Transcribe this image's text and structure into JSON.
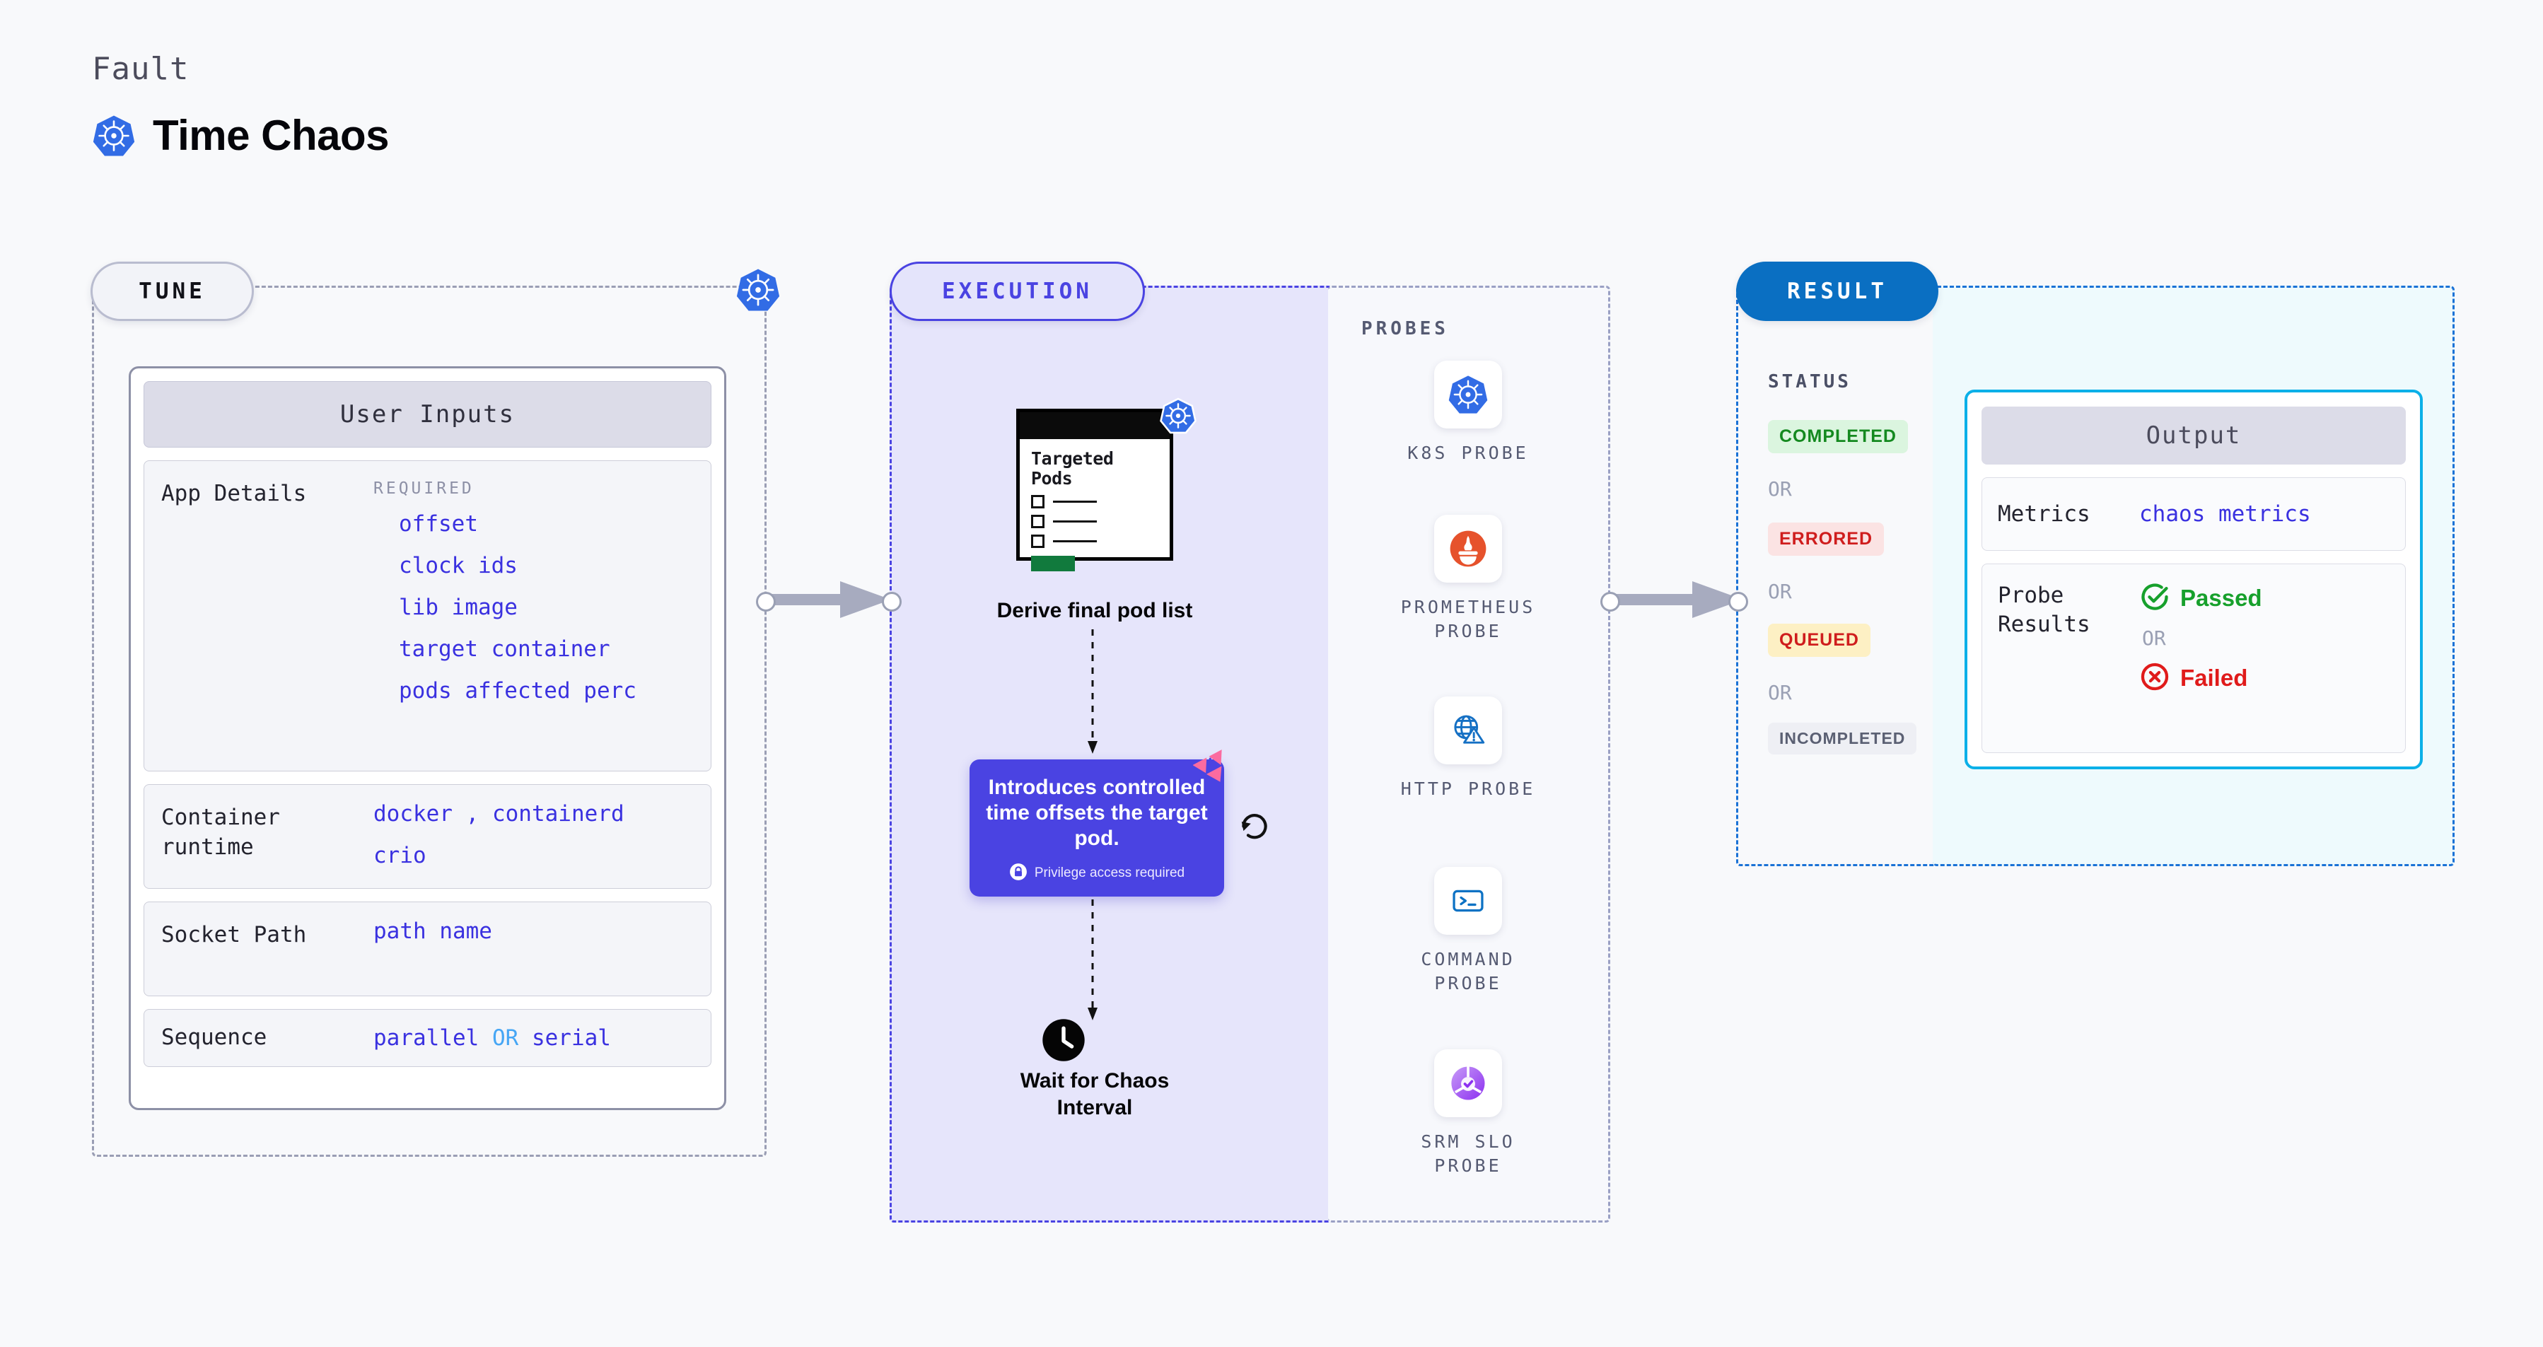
{
  "header": {
    "eyebrow": "Fault",
    "title": "Time Chaos",
    "logo_icon": "kubernetes-icon"
  },
  "colors": {
    "accent_purple": "#4a43e2",
    "accent_blue": "#0a6fc2",
    "accent_cyan": "#0bb0e8",
    "value_blue": "#3a31e0",
    "or_light_blue": "#46a6f5",
    "success_green": "#17a02c",
    "error_red": "#e01b1b",
    "page_bg": "#f8f9fb",
    "execution_bg": "#e6e5fb",
    "output_bg": "#eefafd"
  },
  "tune": {
    "chip_label": "TUNE",
    "badge_icon": "kubernetes-icon",
    "card_title": "User Inputs",
    "rows": [
      {
        "label": "App Details",
        "tag": "REQUIRED",
        "values": [
          "offset",
          "clock ids",
          "lib image",
          "target container",
          "pods affected perc"
        ]
      },
      {
        "label": "Container runtime",
        "values": [
          "docker , containerd",
          "crio"
        ]
      },
      {
        "label": "Socket Path",
        "values": [
          "path name"
        ]
      },
      {
        "label": "Sequence",
        "values": [
          "parallel OR serial"
        ],
        "value_parts": {
          "first": "parallel",
          "or": "OR",
          "second": "serial"
        }
      }
    ]
  },
  "execution": {
    "chip_label": "EXECUTION",
    "pods_card": {
      "title": "Targeted Pods",
      "badge_icon": "kubernetes-icon",
      "checkbox_count": 3
    },
    "derive_label": "Derive final pod list",
    "callout": {
      "text": "Introduces controlled time offsets the target pod.",
      "privilege_icon": "lock-icon",
      "privilege_text": "Privilege access required",
      "ribbon_icon": "harness-chaos-ribbon-icon",
      "loop_icon": "refresh-loop-icon"
    },
    "wait_node": {
      "icon": "clock-icon",
      "label": "Wait for Chaos Interval"
    }
  },
  "probes": {
    "title": "PROBES",
    "items": [
      {
        "name": "K8S PROBE",
        "icon": "kubernetes-icon"
      },
      {
        "name": "PROMETHEUS PROBE",
        "icon": "prometheus-icon"
      },
      {
        "name": "HTTP PROBE",
        "icon": "http-globe-warning-icon"
      },
      {
        "name": "COMMAND PROBE",
        "icon": "terminal-icon"
      },
      {
        "name": "SRM SLO PROBE",
        "icon": "srm-slo-check-icon"
      }
    ]
  },
  "result": {
    "chip_label": "RESULT",
    "status_title": "STATUS",
    "or_label": "OR",
    "statuses": [
      {
        "label": "COMPLETED",
        "bg": "#dbf5df",
        "color": "#14891f"
      },
      {
        "label": "ERRORED",
        "bg": "#fbe3e3",
        "color": "#cf1d1d"
      },
      {
        "label": "QUEUED",
        "bg": "#fdf0c4",
        "color": "#cf1d1d"
      },
      {
        "label": "INCOMPLETED",
        "bg": "#eeeff4",
        "color": "#5b6073"
      }
    ]
  },
  "output": {
    "card_title": "Output",
    "metrics_label": "Metrics",
    "metrics_value": "chaos metrics",
    "probe_results_label": "Probe Results",
    "passed_label": "Passed",
    "passed_icon": "check-circle-icon",
    "or_label": "OR",
    "failed_label": "Failed",
    "failed_icon": "x-circle-icon"
  }
}
